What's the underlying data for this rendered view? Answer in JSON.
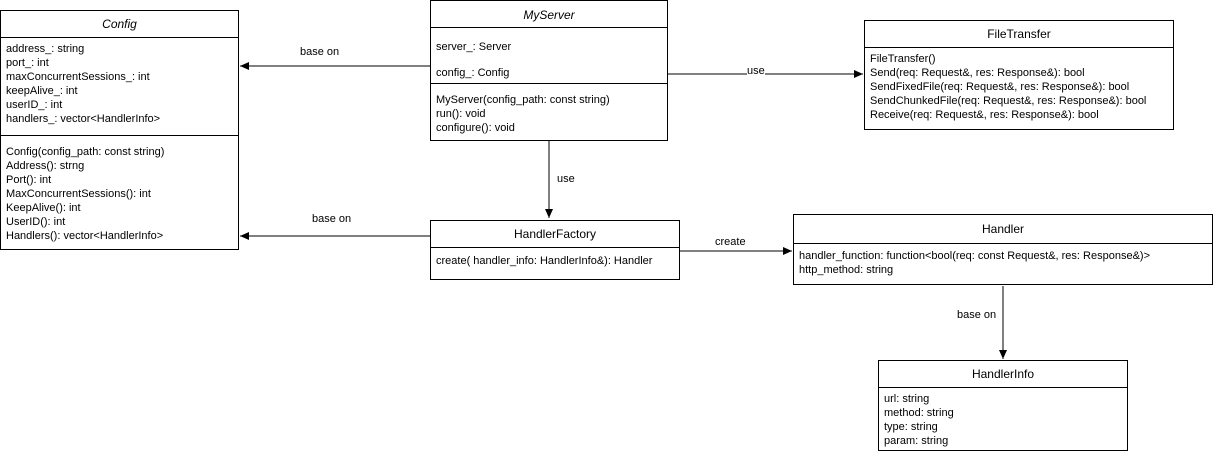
{
  "classes": {
    "config": {
      "name": "Config",
      "attributes": [
        "address_: string",
        "port_: int",
        "maxConcurrentSessions_: int",
        "keepAlive_: int",
        "userID_: int",
        "handlers_: vector<HandlerInfo>"
      ],
      "methods": [
        "Config(config_path: const string)",
        "Address(): strng",
        "Port(): int",
        "MaxConcurrentSessions(): int",
        "KeepAlive(): int",
        "UserID(): int",
        "Handlers(): vector<HandlerInfo>"
      ]
    },
    "myserver": {
      "name": "MyServer",
      "attributes": [
        "server_: Server",
        "config_: Config"
      ],
      "methods": [
        "MyServer(config_path: const string)",
        "run(): void",
        "configure(): void"
      ]
    },
    "filetransfer": {
      "name": "FileTransfer",
      "methods": [
        "FileTransfer()",
        "Send(req: Request&, res: Response&): bool",
        "SendFixedFile(req: Request&, res: Response&): bool",
        "SendChunkedFile(req: Request&, res: Response&): bool",
        "Receive(req: Request&, res: Response&): bool"
      ]
    },
    "handlerfactory": {
      "name": "HandlerFactory",
      "methods": [
        "create( handler_info: HandlerInfo&): Handler"
      ]
    },
    "handler": {
      "name": "Handler",
      "attributes": [
        "handler_function: function<bool(req: const Request&, res: Response&)>",
        "http_method: string"
      ]
    },
    "handlerinfo": {
      "name": "HandlerInfo",
      "attributes": [
        "url: string",
        "method: string",
        "type: string",
        "param: string"
      ]
    }
  },
  "relations": {
    "myserver_config": "base on",
    "myserver_filetransfer": "use",
    "myserver_handlerfactory": "use",
    "handlerfactory_config": "base on",
    "handlerfactory_handler": "create",
    "handler_handlerinfo": "base on"
  }
}
